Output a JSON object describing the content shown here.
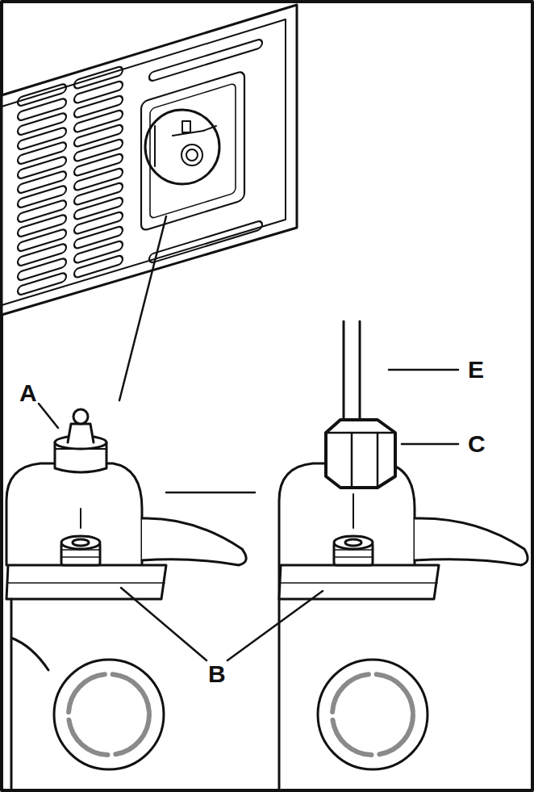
{
  "diagram": {
    "labels": [
      "A",
      "B",
      "C",
      "E"
    ]
  }
}
